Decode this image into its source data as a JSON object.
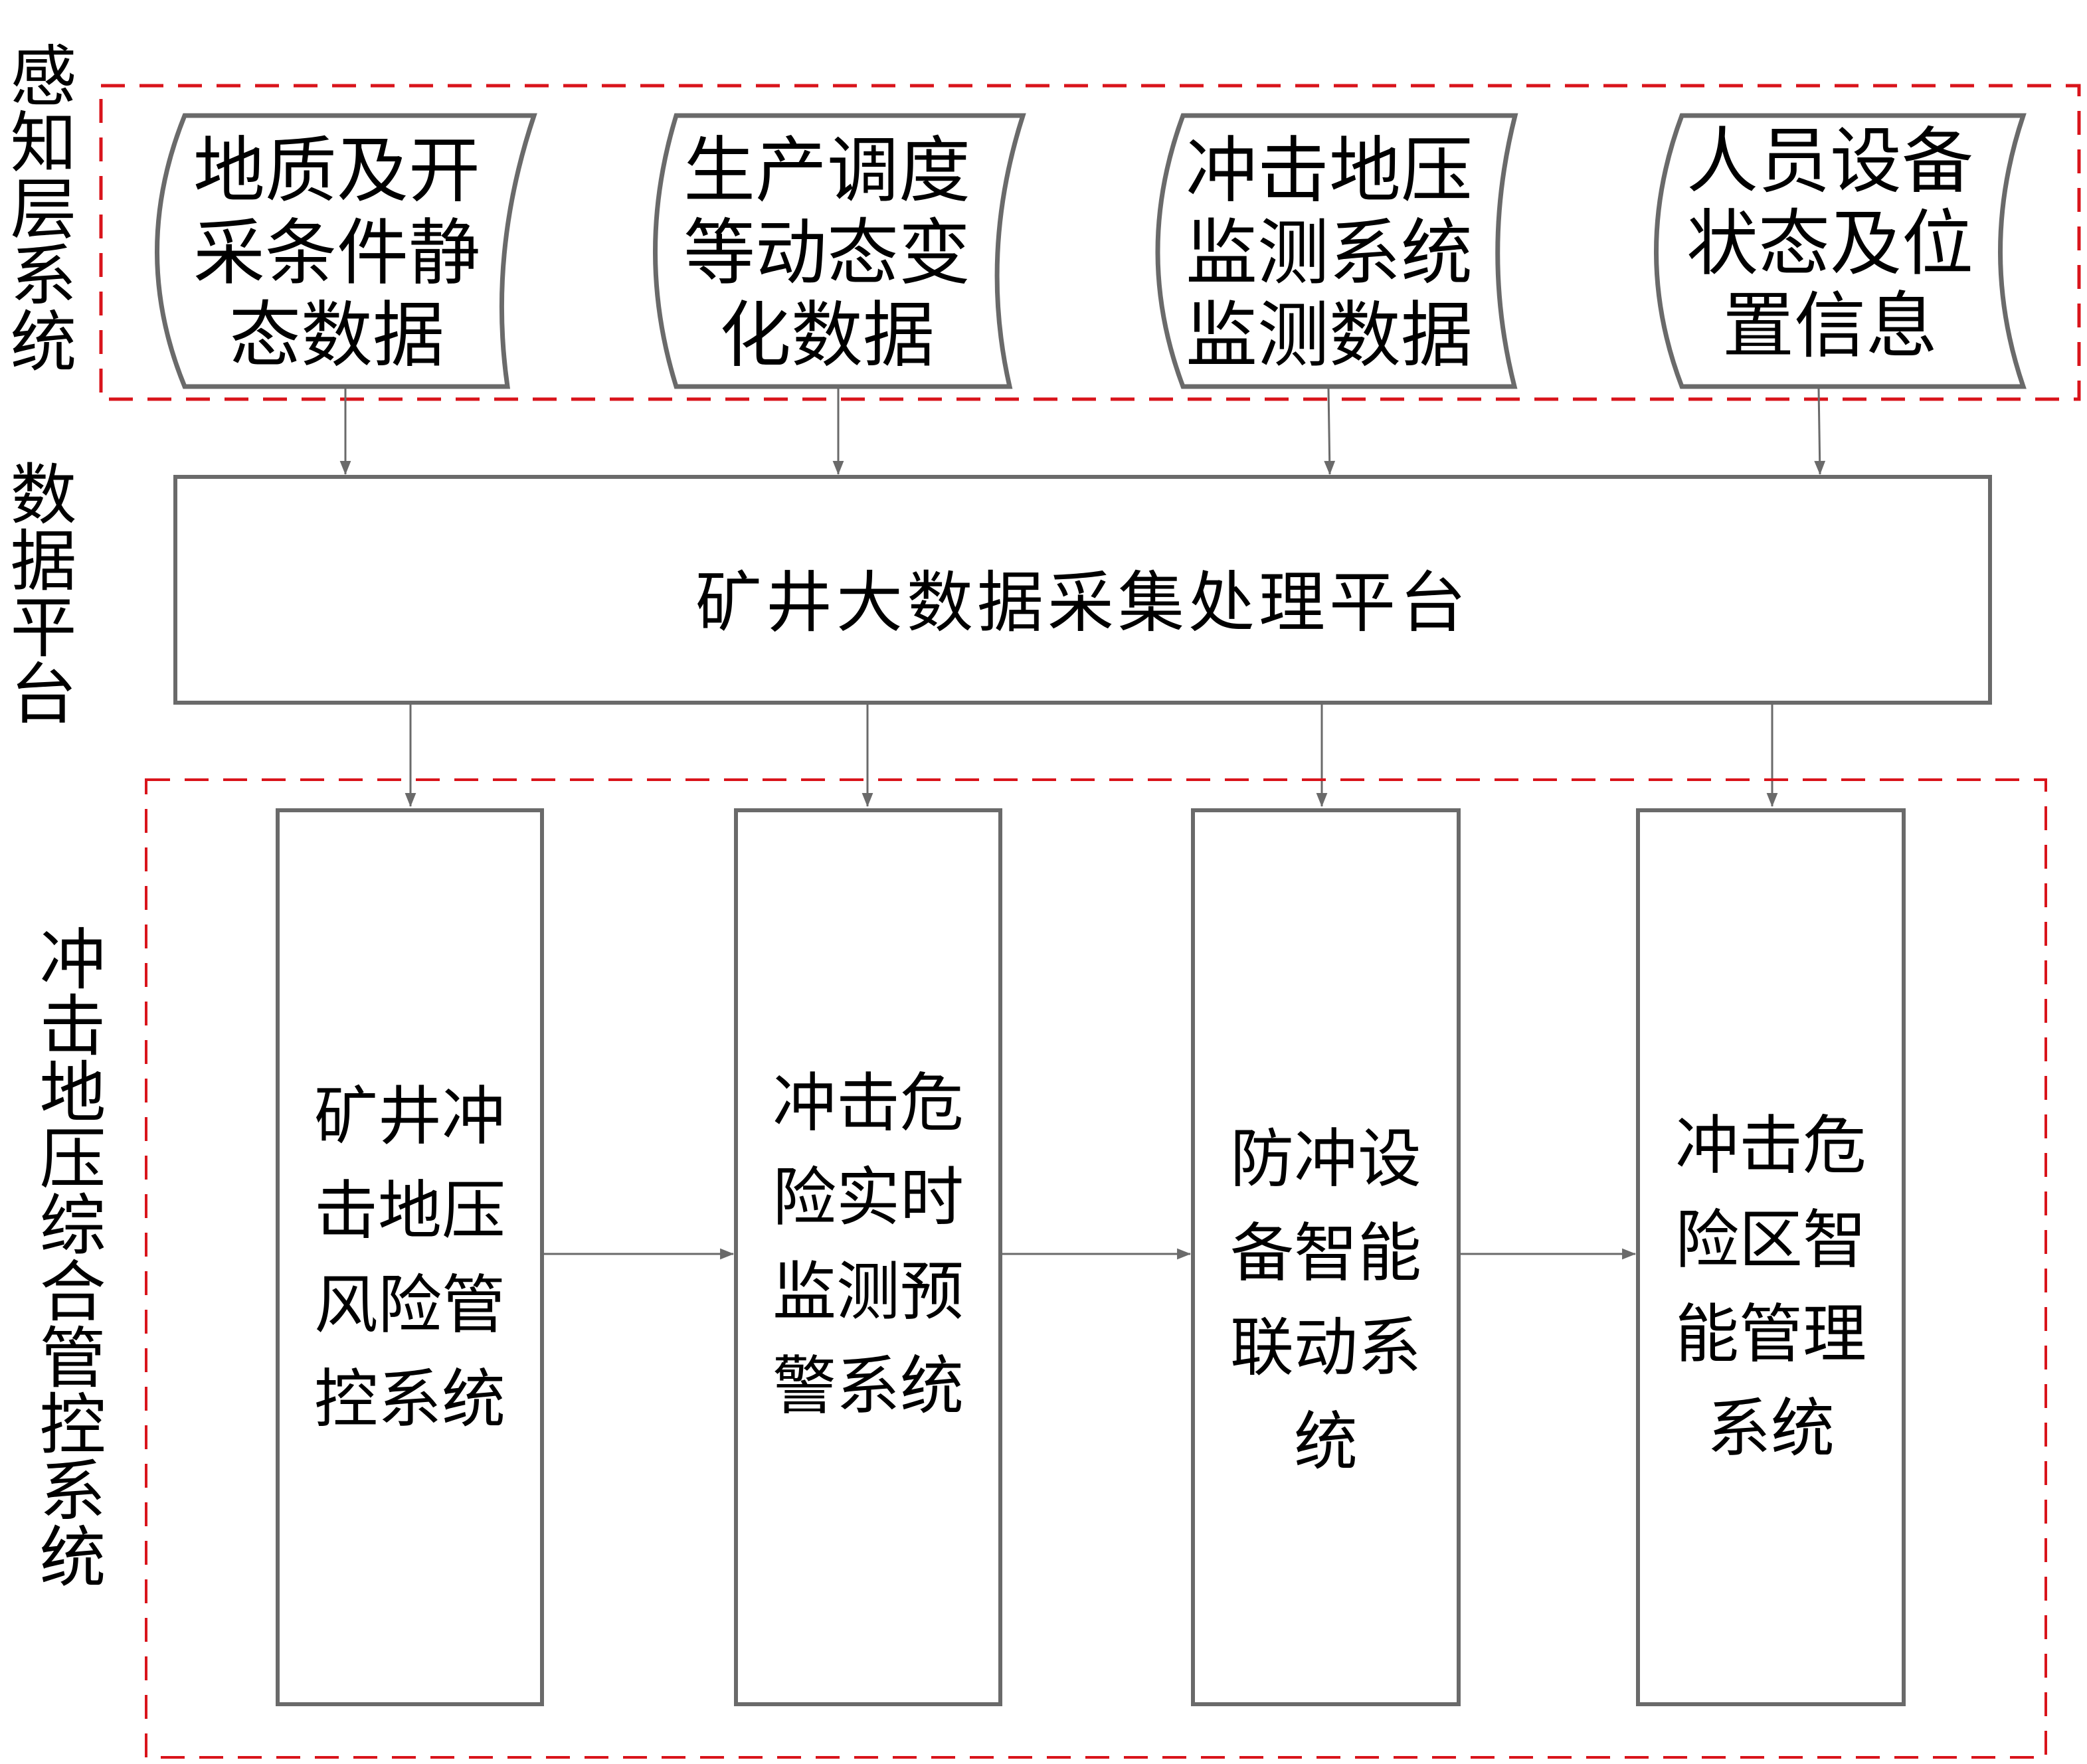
{
  "colors": {
    "dashed_border": "#d9141b",
    "shape_stroke": "#6a6a6a",
    "text": "#000000",
    "background": "#ffffff"
  },
  "layers": {
    "perception_label": "感知层系统",
    "platform_label": "数据平台",
    "control_label": "冲击地压综合管控系统"
  },
  "perception_sources": [
    {
      "label": "地质及开\n采条件静\n态数据"
    },
    {
      "label": "生产调度\n等动态变\n化数据"
    },
    {
      "label": "冲击地压\n监测系统\n监测数据"
    },
    {
      "label": "人员设备\n状态及位\n置信息"
    }
  ],
  "platform": {
    "label": "矿井大数据采集处理平台"
  },
  "control_systems": [
    {
      "label": "矿井冲\n击地压\n风险管\n控系统"
    },
    {
      "label": "冲击危\n险实时\n监测预\n警系统"
    },
    {
      "label": "防冲设\n备智能\n联动系\n统"
    },
    {
      "label": "冲击危\n险区智\n能管理\n系统"
    }
  ]
}
